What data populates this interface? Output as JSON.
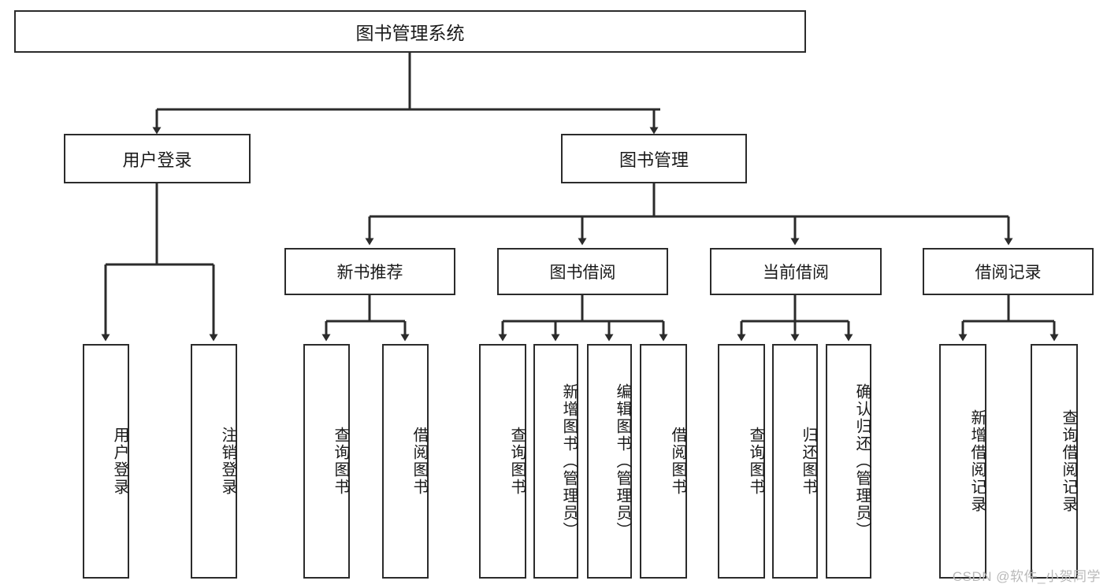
{
  "diagram": {
    "title": "图书管理系统",
    "stroke_color": "#2b2b2b",
    "fill_color": "#ffffff",
    "text_color": "#1a1a1a"
  },
  "root": {
    "label": "图书管理系统"
  },
  "level2": [
    {
      "label": "用户登录"
    },
    {
      "label": "图书管理"
    }
  ],
  "level3": [
    {
      "label": "新书推荐"
    },
    {
      "label": "图书借阅"
    },
    {
      "label": "当前借阅"
    },
    {
      "label": "借阅记录"
    }
  ],
  "leaves": {
    "user_login": [
      {
        "label": "用户登录"
      },
      {
        "label": "注销登录"
      }
    ],
    "new_book": [
      {
        "label": "查询图书"
      },
      {
        "label": "借阅图书"
      }
    ],
    "book_borrow": [
      {
        "label": "查询图书"
      },
      {
        "label": "新增图书（管理员）"
      },
      {
        "label": "编辑图书（管理员）"
      },
      {
        "label": "借阅图书"
      }
    ],
    "current_borrow": [
      {
        "label": "查询图书"
      },
      {
        "label": "归还图书"
      },
      {
        "label": "确认归还（管理员）"
      }
    ],
    "borrow_record": [
      {
        "label": "新增借阅记录"
      },
      {
        "label": "查询借阅记录"
      }
    ]
  },
  "watermark": {
    "text": "CSDN @软件_小贺同学"
  }
}
